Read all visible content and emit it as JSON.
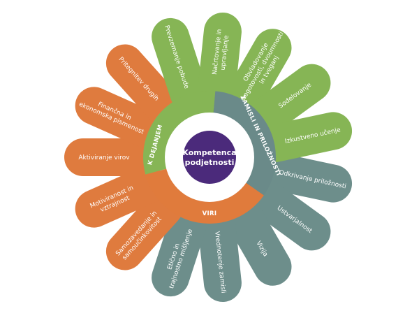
{
  "center": {
    "lines": [
      "Kompetenca",
      "podjetnosti"
    ],
    "color": "#4b2a7b"
  },
  "ring_sections": [
    {
      "name": "ring-action",
      "label": "K DEJANJEM",
      "color": "#86b555"
    },
    {
      "name": "ring-ideas",
      "label": "ZAMISLI IN PRILOŽNOSTI",
      "color": "#6a8a89"
    },
    {
      "name": "ring-resources",
      "label": "VIRI",
      "color": "#e07b3c"
    }
  ],
  "groups": {
    "action": {
      "color": "#86b555",
      "stem": "#5a8f33"
    },
    "ideas": {
      "color": "#6d8e8b",
      "stem": "#3f6663"
    },
    "resources": {
      "color": "#df7b3e",
      "stem": "#b35525"
    }
  },
  "petals": [
    {
      "group": "ideas",
      "lines": [
        "Odkrivanje priložnosti"
      ]
    },
    {
      "group": "ideas",
      "lines": [
        "Ustvarjalnost"
      ]
    },
    {
      "group": "ideas",
      "lines": [
        "Vizija"
      ]
    },
    {
      "group": "ideas",
      "lines": [
        "Vrednotenje zamisli"
      ]
    },
    {
      "group": "ideas",
      "lines": [
        "Etično in",
        "trajnostno mišljenje"
      ]
    },
    {
      "group": "resources",
      "lines": [
        "Samozavedanje in",
        "samoučinkovitost"
      ]
    },
    {
      "group": "resources",
      "lines": [
        "Motiviranost in",
        "vztrajnost"
      ]
    },
    {
      "group": "resources",
      "lines": [
        "Aktiviranje virov"
      ]
    },
    {
      "group": "resources",
      "lines": [
        "Finančna in",
        "ekonomska pismenost"
      ]
    },
    {
      "group": "resources",
      "lines": [
        "Pritegnitev drugih"
      ]
    },
    {
      "group": "action",
      "lines": [
        "Prevzemanje pobude"
      ]
    },
    {
      "group": "action",
      "lines": [
        "Načrtovanje in",
        "upravljanje"
      ]
    },
    {
      "group": "action",
      "lines": [
        "Obvladovanje",
        "negotovosti, dvoumnosti",
        "in tveganj"
      ]
    },
    {
      "group": "action",
      "lines": [
        "Sodelovanje"
      ]
    },
    {
      "group": "action",
      "lines": [
        "Izkustveno učenje"
      ]
    }
  ]
}
